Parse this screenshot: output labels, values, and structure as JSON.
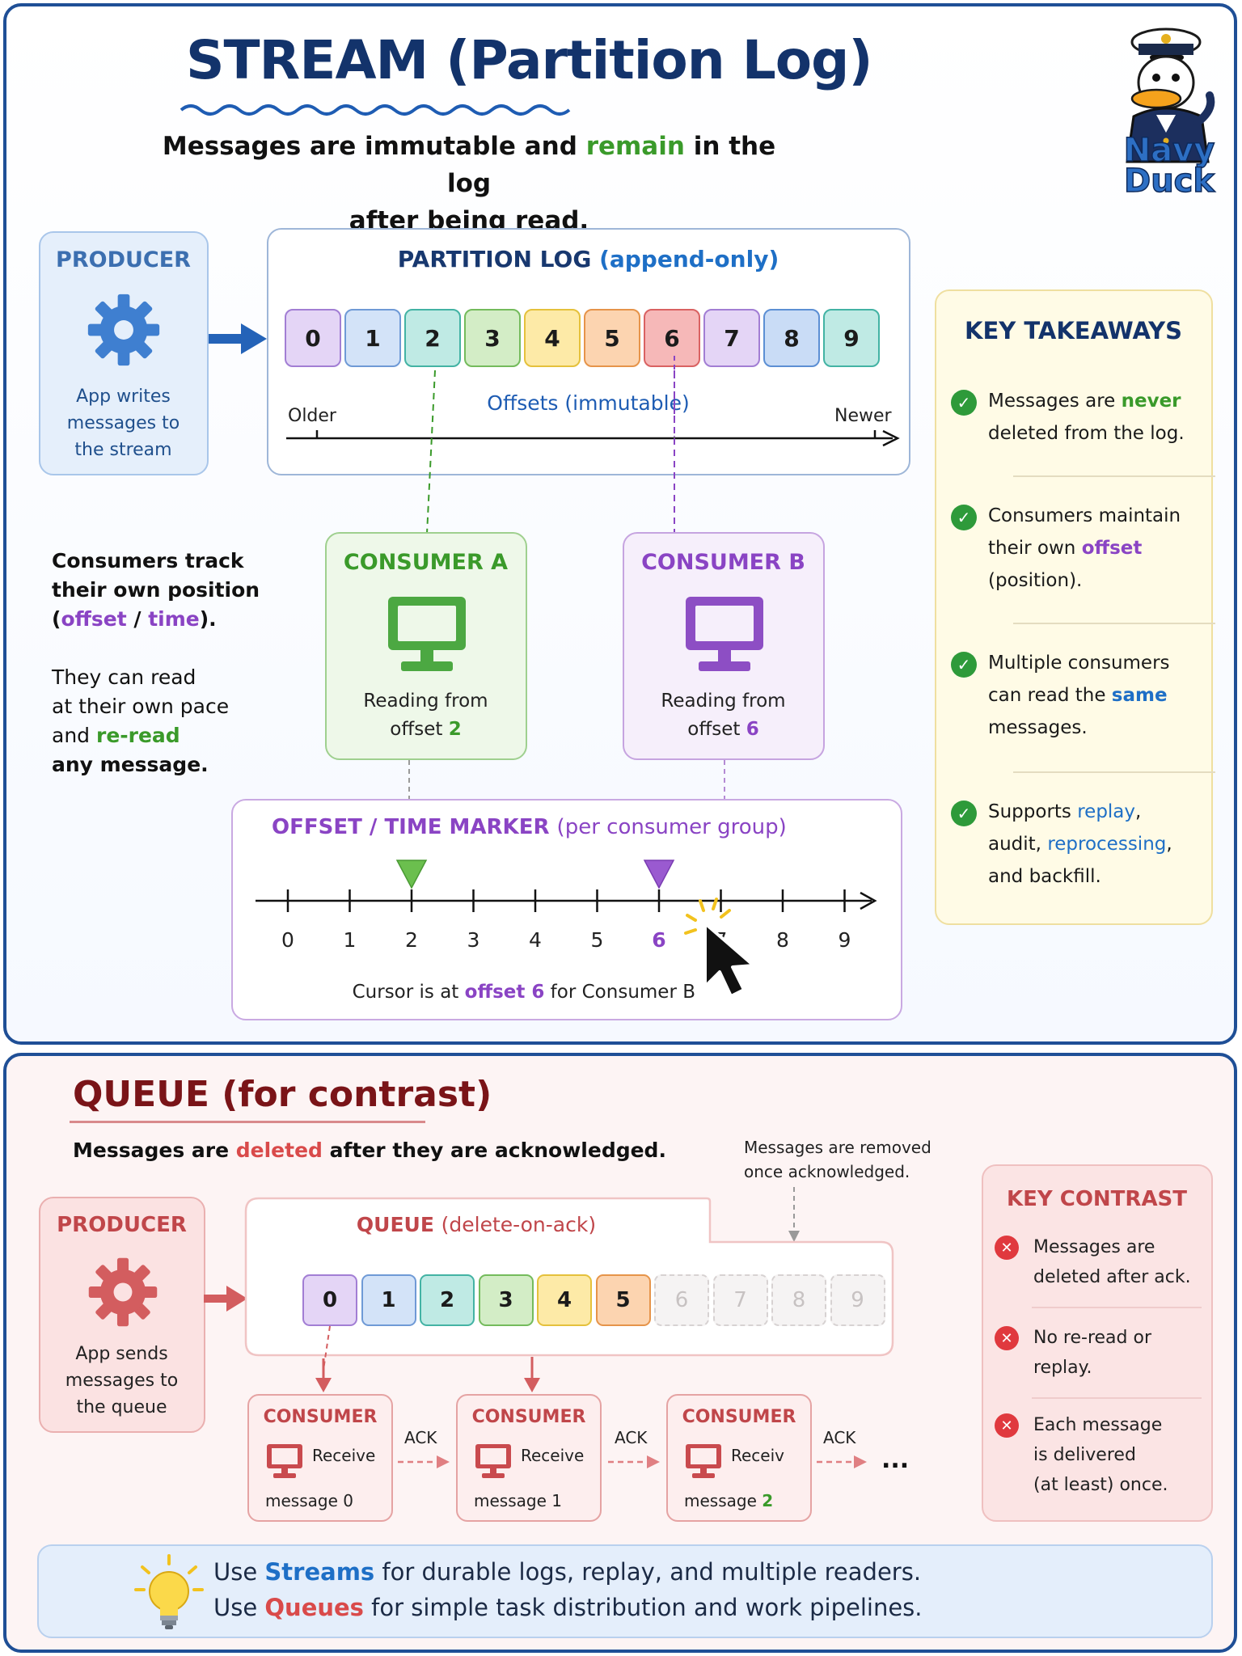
{
  "stream": {
    "title": "STREAM (Partition Log)",
    "subtitle_a": "Messages are immutable and ",
    "subtitle_b": "remain",
    "subtitle_c": " in the log",
    "subtitle_d": "after being read.",
    "producer": {
      "title": "PRODUCER",
      "desc_1": "App writes",
      "desc_2": "messages to",
      "desc_3": "the stream"
    },
    "log": {
      "title_a": "PARTITION LOG ",
      "title_b": "(append-only)",
      "cells": [
        "0",
        "1",
        "2",
        "3",
        "4",
        "5",
        "6",
        "7",
        "8",
        "9"
      ],
      "offsets_label": "Offsets (immutable)",
      "older": "Older",
      "newer": "Newer"
    },
    "side_note": {
      "l1": "Consumers track",
      "l2": "their own position",
      "l3_a": "(",
      "l3_b": "offset",
      "l3_c": " / ",
      "l3_d": "time",
      "l3_e": ").",
      "l4": "They can read",
      "l5": "at their own pace",
      "l6_a": "and ",
      "l6_b": "re-read",
      "l7": "any message."
    },
    "consumer_a": {
      "title": "CONSUMER A",
      "line1": "Reading from",
      "line2_a": "offset ",
      "line2_b": "2"
    },
    "consumer_b": {
      "title": "CONSUMER B",
      "line1": "Reading from",
      "line2_a": "offset ",
      "line2_b": "6"
    },
    "marker": {
      "title_a": "OFFSET / TIME MARKER ",
      "title_b": "(per consumer group)",
      "ticks": [
        "0",
        "1",
        "2",
        "3",
        "4",
        "5",
        "6",
        "7",
        "8",
        "9"
      ],
      "caption_a": "Cursor is at ",
      "caption_b": "offset 6",
      "caption_c": " for Consumer B"
    },
    "takeaways": {
      "title": "KEY TAKEAWAYS",
      "t1_a": "Messages are ",
      "t1_b": "never",
      "t1_c": "deleted from the log.",
      "t2_a": "Consumers maintain",
      "t2_b": "their own ",
      "t2_c": "offset",
      "t2_d": "(position).",
      "t3_a": "Multiple consumers",
      "t3_b": "can read the ",
      "t3_c": "same",
      "t3_d": "messages.",
      "t4_a": "Supports ",
      "t4_b": "replay",
      "t4_c": ",",
      "t4_d": "audit, ",
      "t4_e": "reprocessing",
      "t4_f": ",",
      "t4_g": "and backfill."
    },
    "logo": {
      "l1": "Navy",
      "l2": "Duck"
    }
  },
  "queue": {
    "title": "QUEUE (for contrast)",
    "subtitle_a": "Messages are ",
    "subtitle_b": "deleted",
    "subtitle_c": " after they are acknowledged.",
    "removed_note_1": "Messages are removed",
    "removed_note_2": "once acknowledged.",
    "producer": {
      "title": "PRODUCER",
      "desc_1": "App sends",
      "desc_2": "messages to",
      "desc_3": "the queue"
    },
    "box_title_a": "QUEUE ",
    "box_title_b": "(delete-on-ack)",
    "cells": [
      "0",
      "1",
      "2",
      "3",
      "4",
      "5",
      "6",
      "7",
      "8",
      "9"
    ],
    "consumers": [
      {
        "title": "CONSUMER",
        "recv": "Receive",
        "msg": "message 0"
      },
      {
        "title": "CONSUMER",
        "recv": "Receive",
        "msg": "message 1"
      },
      {
        "title": "CONSUMER",
        "recv": "Receiv",
        "msg_a": "message ",
        "msg_b": "2"
      }
    ],
    "ack": "ACK",
    "ellipsis": "...",
    "contrast": {
      "title": "KEY CONTRAST",
      "c1_a": "Messages are",
      "c1_b": "deleted after ack.",
      "c2_a": "No re-read or",
      "c2_b": "replay.",
      "c3_a": "Each message",
      "c3_b": "is delivered",
      "c3_c": "(at least) once."
    }
  },
  "footer": {
    "l1_a": "Use ",
    "l1_b": "Streams",
    "l1_c": " for durable logs, replay, and multiple readers.",
    "l2_a": "Use ",
    "l2_b": "Queues",
    "l2_c": " for simple task distribution and work pipelines."
  },
  "colors": {
    "navy": "#13336b",
    "stream_border": "#1f4f96",
    "queue_title": "#7a1418",
    "green": "#3a9a2a",
    "purple": "#8a44c4",
    "blue": "#1e6fc6",
    "red": "#d94a4a"
  }
}
